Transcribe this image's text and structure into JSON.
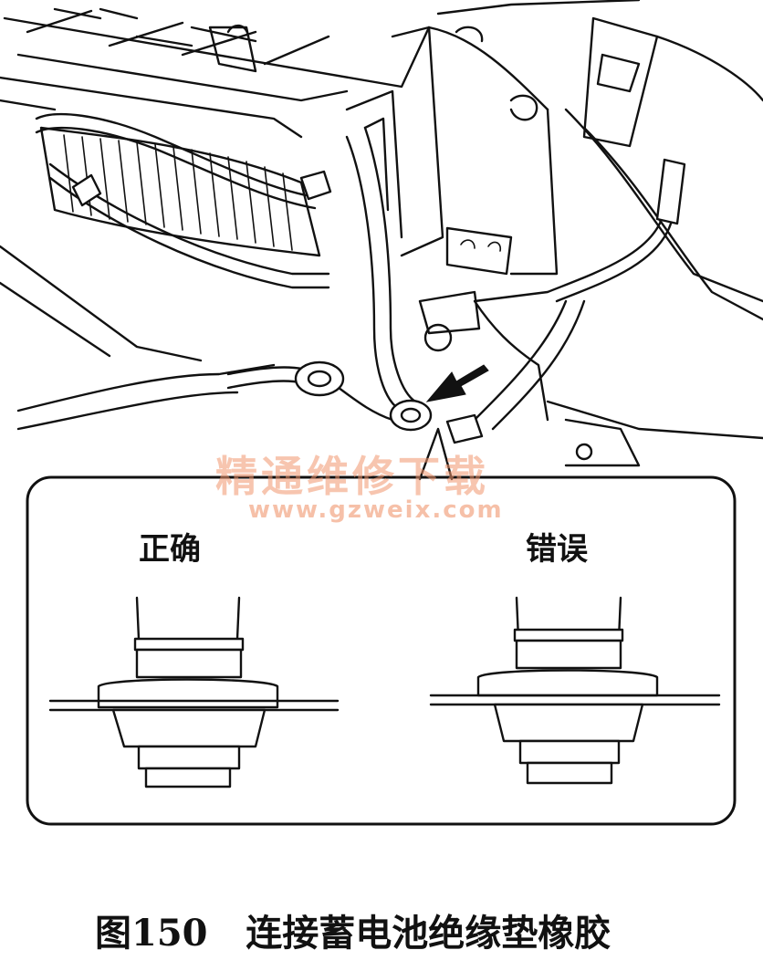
{
  "watermark": {
    "text": "精通维修下载",
    "url": "www.gzweix.com"
  },
  "inset": {
    "correct_label": "正确",
    "wrong_label": "错误"
  },
  "caption": "图150   连接蓄电池绝缘垫橡胶"
}
